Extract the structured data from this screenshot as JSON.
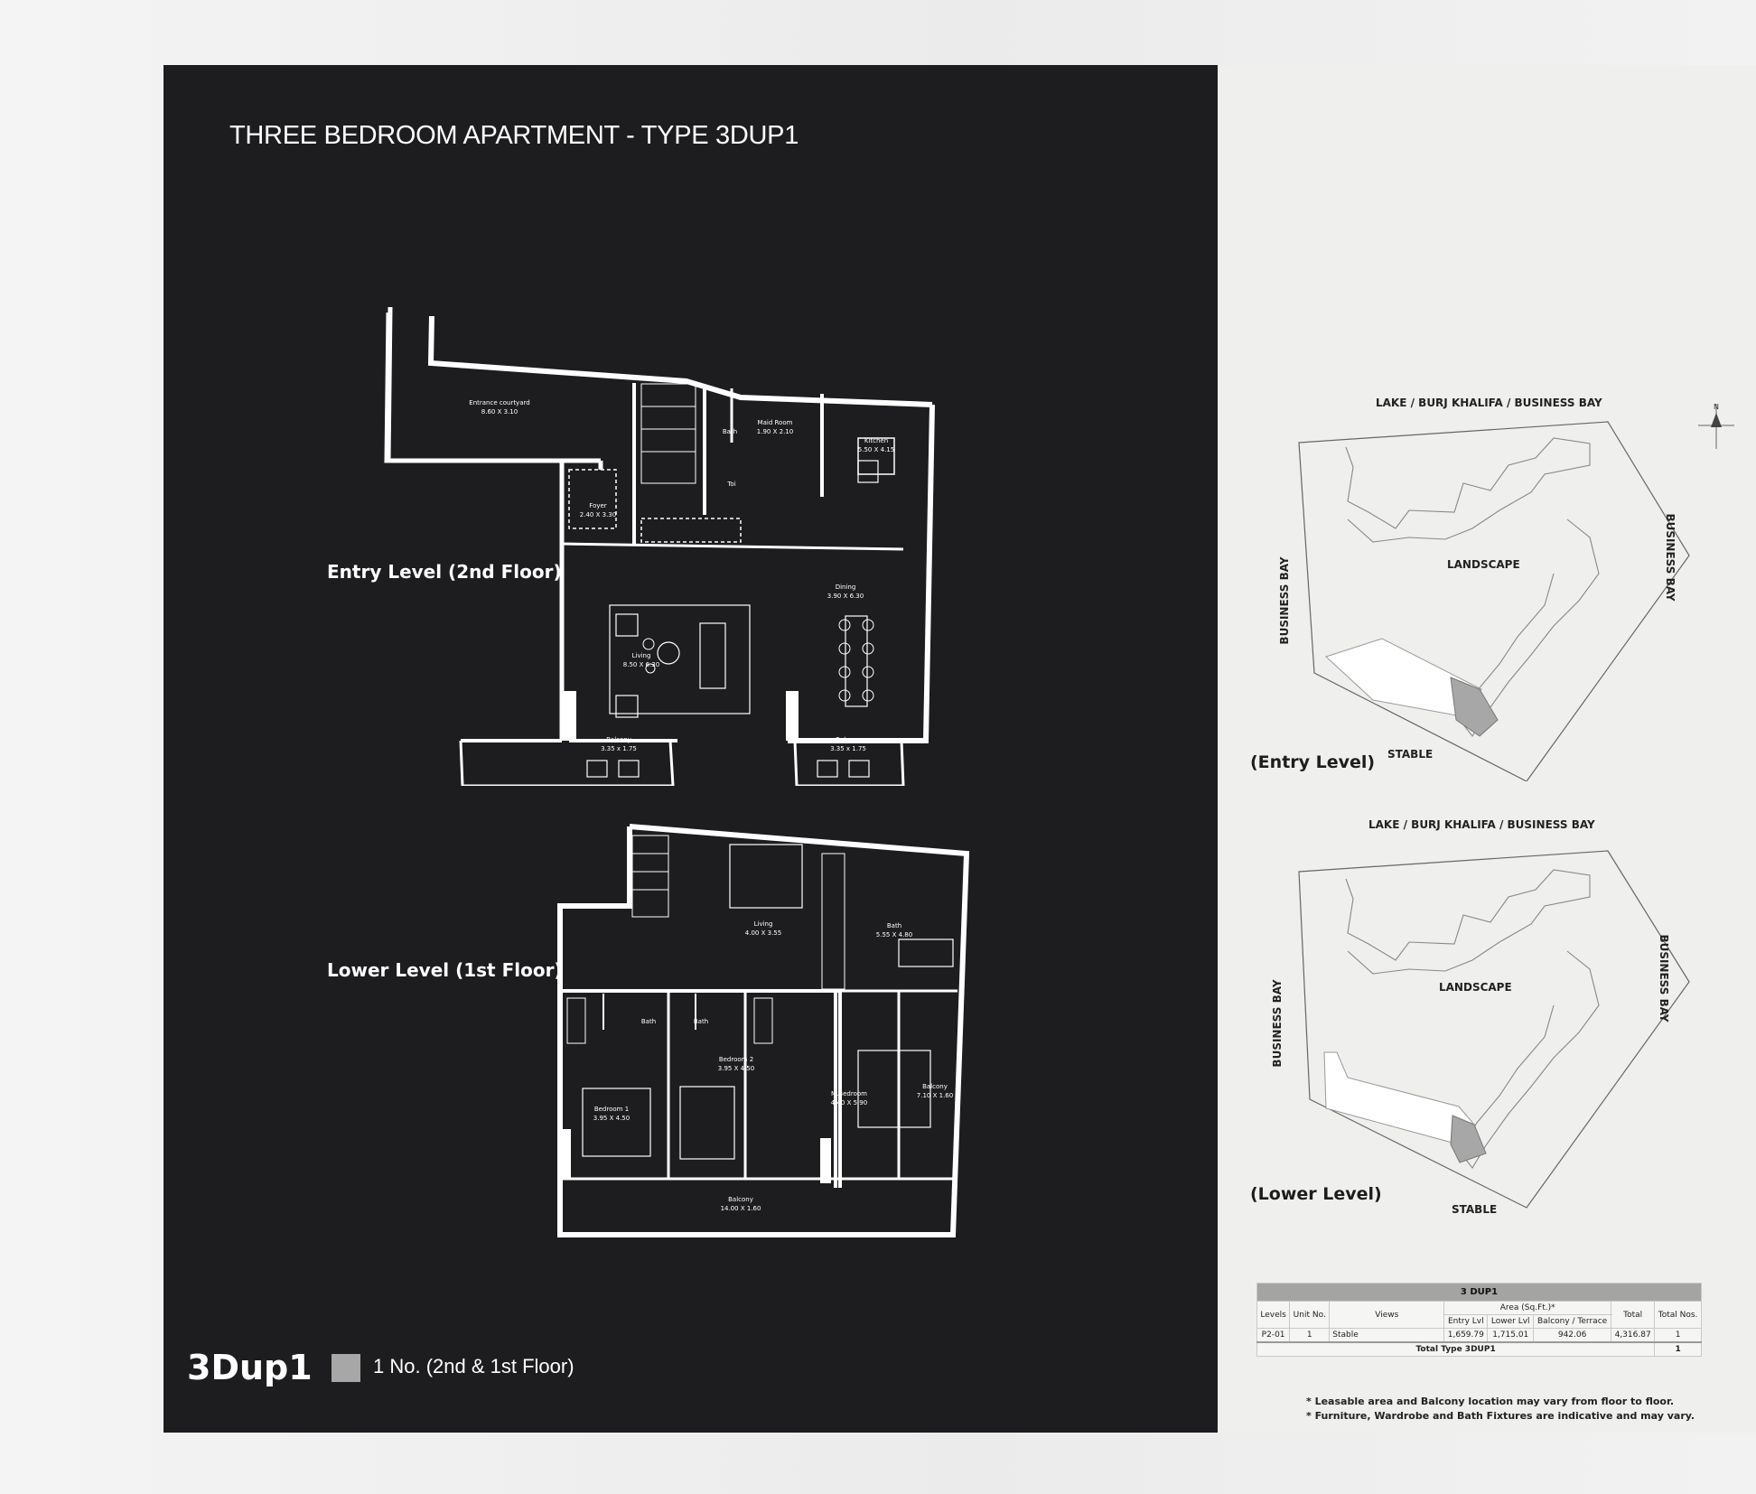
{
  "title": "THREE BEDROOM APARTMENT - TYPE 3DUP1",
  "levels": {
    "entry": {
      "label": "Entry Level (2nd Floor)",
      "rooms": [
        {
          "name": "Entrance courtyard",
          "size": "8.60 X 3.10"
        },
        {
          "name": "Foyer",
          "size": "2.40 X 3.30"
        },
        {
          "name": "Maid Room",
          "size": "1.90 X 2.10"
        },
        {
          "name": "Bath",
          "size": ""
        },
        {
          "name": "Toi",
          "size": ""
        },
        {
          "name": "Kitchen",
          "size": "5.50 X 4.15"
        },
        {
          "name": "Dining",
          "size": "3.90 X 6.30"
        },
        {
          "name": "Living",
          "size": "8.50 X 6.30"
        },
        {
          "name": "Balcony",
          "size": "3.35 x 1.75"
        },
        {
          "name": "Balcony",
          "size": "3.35 x 1.75"
        }
      ]
    },
    "lower": {
      "label": "Lower Level (1st Floor)",
      "rooms": [
        {
          "name": "Living",
          "size": "4.00 X 3.55"
        },
        {
          "name": "Bath",
          "size": "5.55 X 4.80"
        },
        {
          "name": "Bath",
          "size": ""
        },
        {
          "name": "Bath",
          "size": ""
        },
        {
          "name": "Bedroom 2",
          "size": "3.95 X 4.50"
        },
        {
          "name": "Bedroom 1",
          "size": "3.95 X 4.50"
        },
        {
          "name": "M.Bedroom",
          "size": "4.40 X 5.90"
        },
        {
          "name": "Balcony",
          "size": "7.10 X 1.60"
        },
        {
          "name": "Balcony",
          "size": "14.00 X 1.60"
        }
      ]
    }
  },
  "footer": {
    "type_code": "3Dup1",
    "units_text": "1 No. (2nd & 1st Floor)"
  },
  "site_plans": {
    "entry": {
      "caption": "(Entry Level)",
      "top": "LAKE / BURJ KHALIFA / BUSINESS BAY",
      "left": "BUSINESS BAY",
      "right": "BUSINESS BAY",
      "center": "LANDSCAPE",
      "bottom": "STABLE"
    },
    "lower": {
      "caption": "(Lower Level)",
      "top": "LAKE / BURJ KHALIFA / BUSINESS BAY",
      "left": "BUSINESS BAY",
      "right": "BUSINESS BAY",
      "center": "LANDSCAPE",
      "bottom": "STABLE"
    },
    "north": "N"
  },
  "area_table": {
    "title": "3 DUP1",
    "headers": {
      "levels": "Levels",
      "unit_no": "Unit No.",
      "views": "Views",
      "area": "Area (Sq.Ft.)*",
      "entry_lvl": "Entry Lvl",
      "lower_lvl": "Lower Lvl",
      "balcony": "Balcony / Terrace",
      "total": "Total",
      "total_nos": "Total Nos."
    },
    "row": {
      "level": "P2-01",
      "unit_no": "1",
      "view": "Stable",
      "entry_lvl": "1,659.79",
      "lower_lvl": "1,715.01",
      "balcony": "942.06",
      "total": "4,316.87",
      "nos": "1"
    },
    "total_label": "Total Type 3DUP1",
    "total_value": "1"
  },
  "notes": [
    "* Leasable area and Balcony location may vary from floor to floor.",
    "* Furniture, Wardrobe and Bath Fixtures are indicative and may vary."
  ]
}
